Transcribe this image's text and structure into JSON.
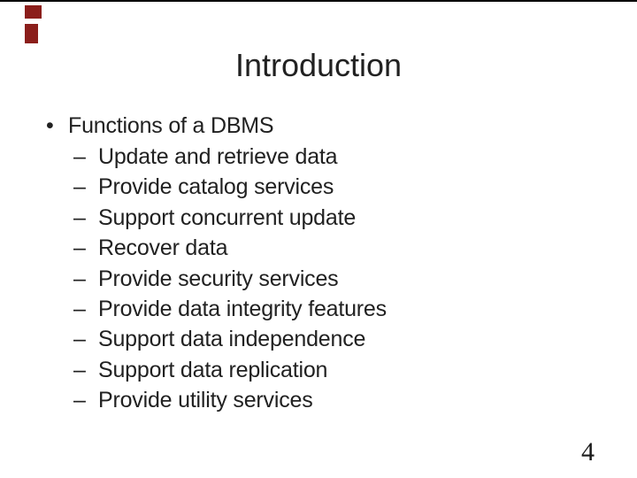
{
  "slide": {
    "title": "Introduction",
    "bullet": {
      "marker": "•",
      "label": "Functions of a DBMS"
    },
    "sub_bullets": {
      "marker": "–",
      "items": [
        "Update and retrieve data",
        "Provide catalog services",
        "Support concurrent update",
        "Recover data",
        "Provide security services",
        "Provide data integrity features",
        "Support data independence",
        "Support data replication",
        "Provide utility services"
      ]
    },
    "page_number": "4",
    "colors": {
      "background": "#ffffff",
      "text": "#212121",
      "accent_red": "#8b1e1b",
      "top_line": "#000000"
    }
  }
}
